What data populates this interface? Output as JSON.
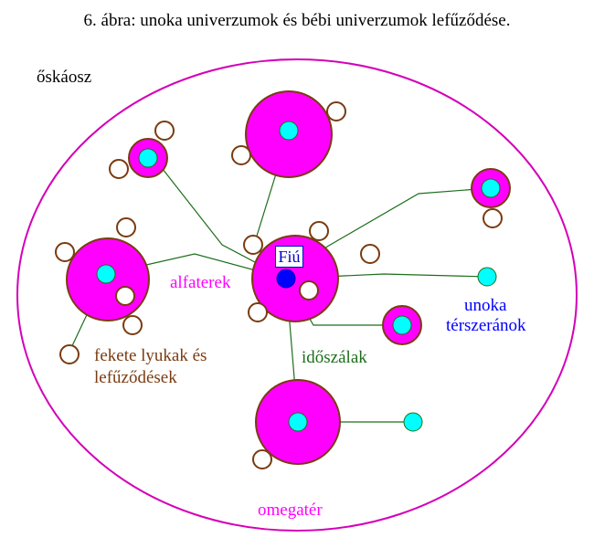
{
  "title": "6. ábra: unoka univerzumok és bébi univerzumok lefűződése.",
  "labels": {
    "oskaosz": "őskáosz",
    "alfaterek": "alfaterek",
    "idoszalak": "időszálak",
    "unoka_line1": "unoka",
    "unoka_line2": "térszeránok",
    "fekete_line1": "fekete lyukak és",
    "fekete_line2": "lefűződések",
    "omegater": "omegatér",
    "fiu": "Fiú"
  },
  "colors": {
    "magenta": "#ff00ff",
    "cyan": "#00ffff",
    "blue": "#0000ff",
    "brown": "#7a3b10",
    "green": "#1c6e1c",
    "ellipse": "#d400b8",
    "fiu_text": "#0000c8"
  }
}
